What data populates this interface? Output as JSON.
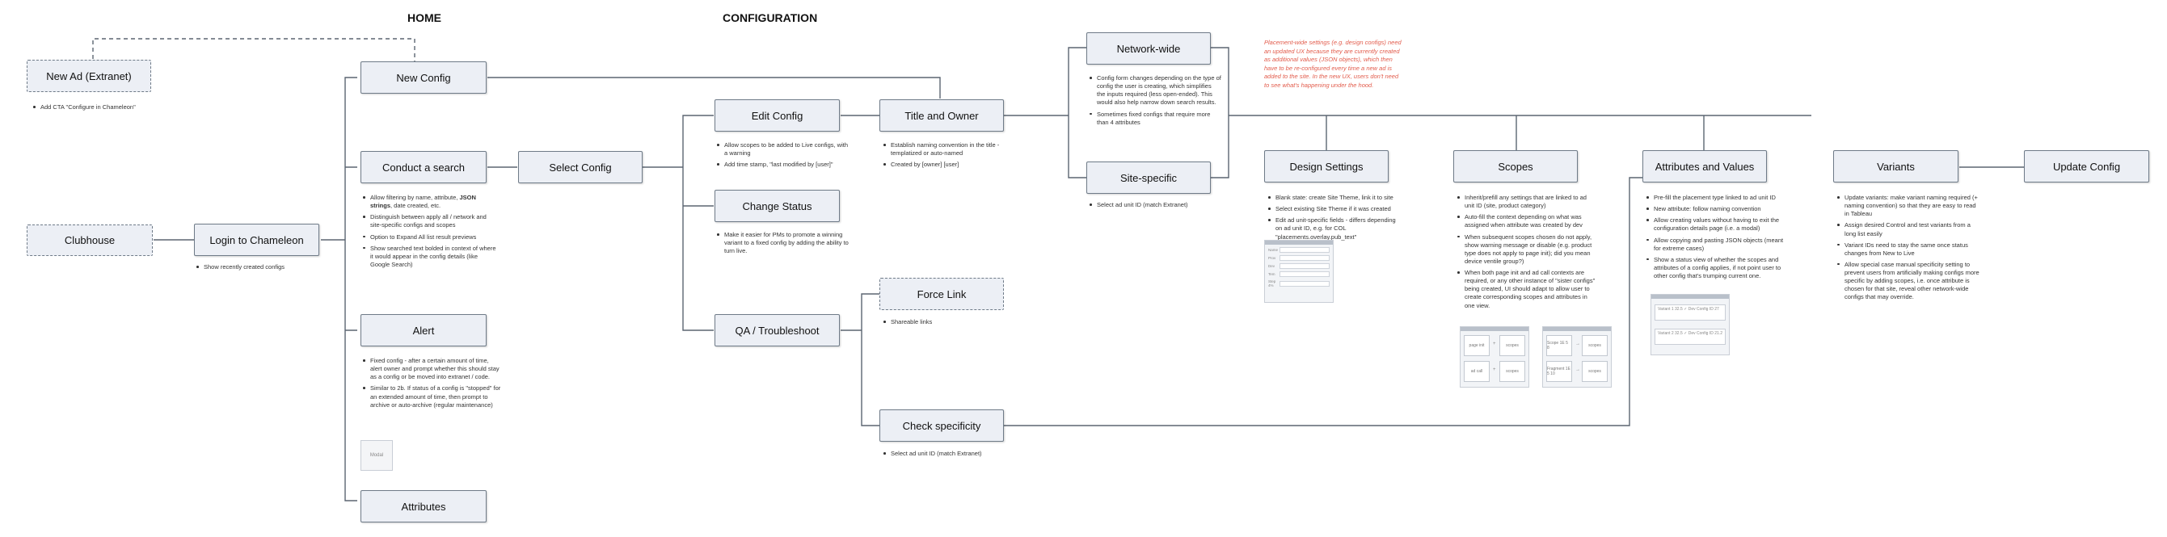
{
  "headers": {
    "home": "HOME",
    "configuration": "CONFIGURATION"
  },
  "nodes": {
    "new_ad": "New Ad (Extranet)",
    "clubhouse": "Clubhouse",
    "login": "Login to Chameleon",
    "new_config": "New Config",
    "conduct_search": "Conduct a search",
    "alert": "Alert",
    "attributes": "Attributes",
    "select_config": "Select Config",
    "edit_config": "Edit Config",
    "change_status": "Change Status",
    "qa": "QA / Troubleshoot",
    "title_owner": "Title and Owner",
    "force_link": "Force Link",
    "check_specificity": "Check specificity",
    "network_wide": "Network-wide",
    "site_specific": "Site-specific",
    "design_settings": "Design Settings",
    "scopes": "Scopes",
    "attributes_values": "Attributes and Values",
    "variants": "Variants",
    "update_config": "Update Config"
  },
  "notes": {
    "new_ad": [
      "Add CTA \"Configure in Chameleon\""
    ],
    "login": [
      "Show recently created configs"
    ],
    "search_rich": {
      "before": "Allow filtering by name, attribute, ",
      "bold": "JSON strings",
      "after": ", date created, etc."
    },
    "search": [
      "Distinguish between apply all / network and site-specific configs and scopes",
      "Option to Expand All list result previews",
      "Show searched text bolded in context of where it would appear in the config details (like Google Search)"
    ],
    "alert": [
      "Fixed config - after a certain amount of time, alert owner and prompt whether this should stay as a config or be moved into extranet / code.",
      "Similar to 2b. If status of a config is \"stopped\" for an extended amount of time, then prompt to archive or auto-archive (regular maintenance)"
    ],
    "edit_config": [
      "Allow scopes to be added to Live configs, with a warning",
      "Add time stamp, \"last modified by [user]\""
    ],
    "change_status": [
      "Make it easier for PMs to promote a winning variant to a fixed config by adding the ability to turn live."
    ],
    "title_owner": [
      "Establish naming convention in the title - templatized or auto-named",
      "Created by [owner] [user]"
    ],
    "force_link": [
      "Shareable links"
    ],
    "check_specificity": [
      "Select ad unit ID (match Extranet)"
    ],
    "network_wide": [
      "Config form changes depending on the type of config the user is creating, which simplifies the inputs required (less open-ended). This would also help narrow down search results.",
      "Sometimes fixed configs that require more than 4 attributes"
    ],
    "site_specific": [
      "Select ad unit ID (match Extranet)"
    ],
    "design_settings": [
      "Blank state: create Site Theme, link it to site",
      "Select existing Site Theme if it was created",
      "Edit ad unit-specific fields - differs depending on ad unit ID, e.g. for COL \"placements.overlay.pub_text\""
    ],
    "scopes": [
      "Inherit/prefill any settings that are linked to ad unit ID (site, product category)",
      "Auto-fill the context depending on what was assigned when attribute was created by dev",
      "When subsequent scopes chosen do not apply, show warning message or disable (e.g. product type does not apply to page init); did you mean device ventile group?)",
      "When both page init and ad call contexts are required, or any other instance of \"sister configs\" being created, UI should adapt to allow user to create corresponding scopes and attributes in one view."
    ],
    "attributes_values": [
      "Pre-fill the placement type linked to ad unit ID",
      "New attribute: follow naming convention",
      "Allow creating values without having to exit the configuration details page (i.e. a modal)",
      "Allow copying and pasting JSON objects (meant for extreme cases)",
      "Show a status view of whether the scopes and attributes of a config applies, if not point user to other config that's trumping current one."
    ],
    "variants": [
      "Update variants: make variant naming required (+ naming convention) so that they are easy to read in Tableau",
      "Assign desired Control and test variants from a long list easily",
      "Variant IDs need to stay the same once status changes from New to Live",
      "Allow special case manual specificity setting to prevent users from artificially making configs more specific by adding scopes, i.e. once attribute is chosen for that site, reveal other network-wide configs that may override."
    ]
  },
  "red_note": "Placement-wide settings (e.g. design configs) need an updated UX because they are currently created as additional values (JSON objects), which then have to be re-configured every time a new ad is added to the site. In the new UX, users don't need to see what's happening under the hood.",
  "mockups": {
    "modal_label": "Modal",
    "form_labels": [
      "Name",
      "Prov",
      "Dev",
      "Tem",
      "Step 4%"
    ],
    "scope_cells_a": [
      "page init",
      "scopes",
      "ad call",
      "scopes"
    ],
    "scope_cells_b": [
      "Scope 1E 5 8",
      "scopes",
      "Fragment 1E 5 10",
      "scopes"
    ],
    "variant_rows": [
      "Variant 1  32.5  ✓  Dev  Config ID  27",
      "Variant 2  32.5  ✓  Dev  Config ID  21.2"
    ],
    "op_plus": "+",
    "op_arrow": "→"
  },
  "colors": {
    "node_fill": "#eceff5",
    "node_border": "#6f7b88",
    "connector": "#5b6571",
    "red_note": "#e25b4b"
  }
}
